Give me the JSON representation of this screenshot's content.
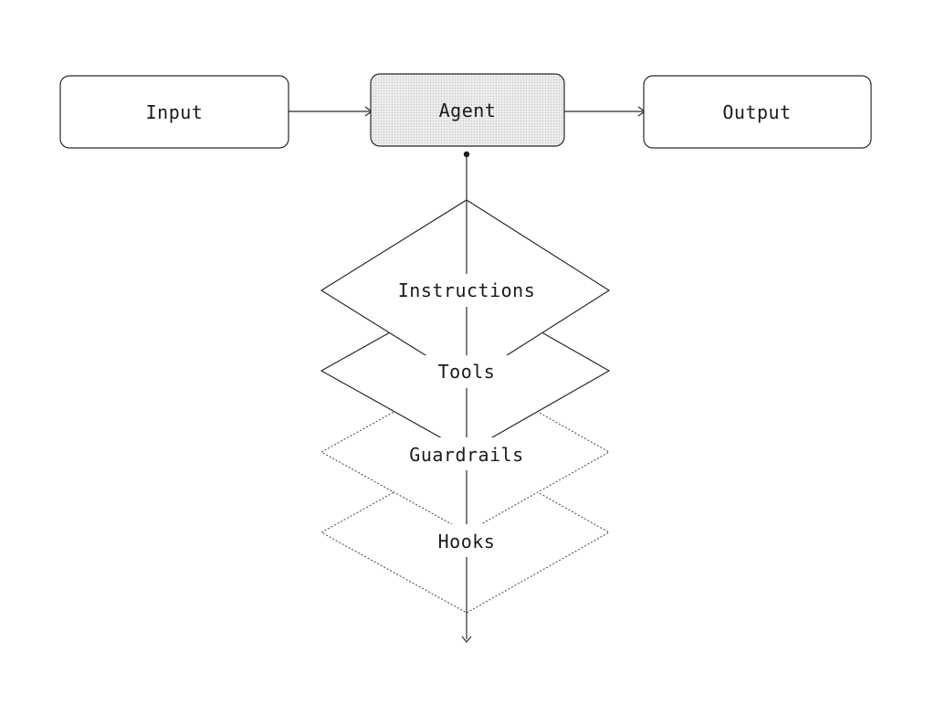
{
  "nodes": {
    "input": {
      "label": "Input"
    },
    "agent": {
      "label": "Agent"
    },
    "output": {
      "label": "Output"
    }
  },
  "layers": [
    {
      "label": "Instructions",
      "style": "solid"
    },
    {
      "label": "Tools",
      "style": "solid"
    },
    {
      "label": "Guardrails",
      "style": "dotted"
    },
    {
      "label": "Hooks",
      "style": "dotted"
    }
  ],
  "colors": {
    "stroke": "#2a2a2a",
    "agent_fill": "#e6e6e6",
    "background": "#ffffff"
  }
}
